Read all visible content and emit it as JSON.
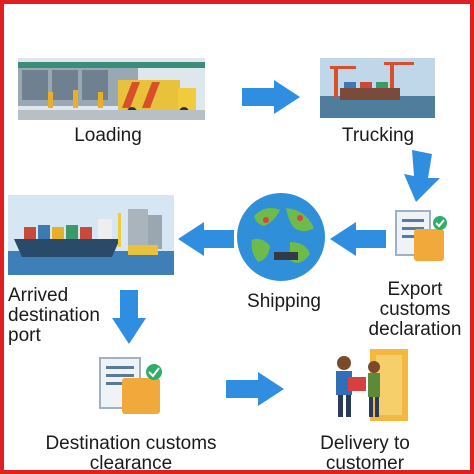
{
  "colors": {
    "border": "#e02020",
    "arrow": "#2f8ee0",
    "globe_ocean": "#2f8fd8",
    "land": "#6dbb4a"
  },
  "icons": [
    "loading-warehouse-illustration",
    "trucking-port-illustration",
    "arrived-port-illustration",
    "shipping-globe-icon",
    "customs-document-icon",
    "delivery-person-icon"
  ],
  "steps": {
    "loading": "Loading",
    "trucking": "Trucking",
    "arrived": [
      "Arrived",
      "destination",
      "port"
    ],
    "shipping": "Shipping",
    "export": [
      "Export",
      "customs",
      "declaration"
    ],
    "destination_customs": [
      "Destination customs",
      "clearance"
    ],
    "delivery": [
      "Delivery to",
      "customer"
    ]
  }
}
